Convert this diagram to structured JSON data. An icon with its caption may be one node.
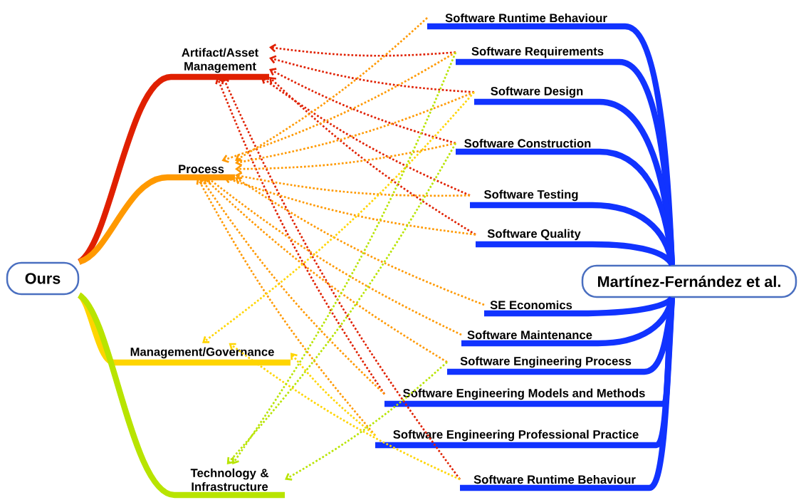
{
  "diagram": {
    "nodes": [
      {
        "text": [
          "Ours"
        ]
      },
      {
        "text": [
          "Artifact/Asset Management"
        ]
      },
      {
        "text": [
          "Process"
        ]
      },
      {
        "text": [
          "Management/Governance"
        ]
      },
      {
        "text": [
          "Technology & Infrastructure"
        ]
      },
      {
        "text": [
          "Martínez-Fernández et al."
        ]
      },
      {
        "text": [
          "Software Runtime Behaviour"
        ]
      },
      {
        "text": [
          "Software Requirements"
        ]
      },
      {
        "text": [
          "Software Design"
        ]
      },
      {
        "text": [
          "Software Construction"
        ]
      },
      {
        "text": [
          "Software Testing"
        ]
      },
      {
        "text": [
          "Software Quality"
        ]
      },
      {
        "text": [
          "SE Economics"
        ]
      },
      {
        "text": [
          "Software Maintenance"
        ]
      },
      {
        "text": [
          "Software Engineering Process"
        ]
      },
      {
        "text": [
          "Software Engineering Models and Methods"
        ]
      },
      {
        "text": [
          "Software Engineering Professional Practice"
        ]
      },
      {
        "text": [
          "Software Runtime Behaviour"
        ]
      }
    ],
    "edges": [
      {
        "from": 0,
        "to": 1,
        "arrow": "none",
        "style": "thick",
        "color": "#e02000"
      },
      {
        "from": 0,
        "to": 2,
        "arrow": "none",
        "style": "thick",
        "color": "#ff9900"
      },
      {
        "from": 0,
        "to": 3,
        "arrow": "none",
        "style": "thick",
        "color": "#ffd500"
      },
      {
        "from": 0,
        "to": 4,
        "arrow": "none",
        "style": "thick",
        "color": "#b8e400"
      },
      {
        "from": 5,
        "to": 6,
        "arrow": "none",
        "style": "thick",
        "color": "#1133ff"
      },
      {
        "from": 5,
        "to": 7,
        "arrow": "none",
        "style": "thick",
        "color": "#1133ff"
      },
      {
        "from": 5,
        "to": 8,
        "arrow": "none",
        "style": "thick",
        "color": "#1133ff"
      },
      {
        "from": 5,
        "to": 9,
        "arrow": "none",
        "style": "thick",
        "color": "#1133ff"
      },
      {
        "from": 5,
        "to": 10,
        "arrow": "none",
        "style": "thick",
        "color": "#1133ff"
      },
      {
        "from": 5,
        "to": 11,
        "arrow": "none",
        "style": "thick",
        "color": "#1133ff"
      },
      {
        "from": 5,
        "to": 12,
        "arrow": "none",
        "style": "thick",
        "color": "#1133ff"
      },
      {
        "from": 5,
        "to": 13,
        "arrow": "none",
        "style": "thick",
        "color": "#1133ff"
      },
      {
        "from": 5,
        "to": 14,
        "arrow": "none",
        "style": "thick",
        "color": "#1133ff"
      },
      {
        "from": 5,
        "to": 15,
        "arrow": "none",
        "style": "thick",
        "color": "#1133ff"
      },
      {
        "from": 5,
        "to": 16,
        "arrow": "none",
        "style": "thick",
        "color": "#1133ff"
      },
      {
        "from": 5,
        "to": 17,
        "arrow": "none",
        "style": "thick",
        "color": "#1133ff"
      },
      {
        "from": 7,
        "to": 1,
        "arrow": "to",
        "style": "dashed",
        "color": "#e02000"
      },
      {
        "from": 8,
        "to": 1,
        "arrow": "to",
        "style": "dashed",
        "color": "#e02000"
      },
      {
        "from": 9,
        "to": 1,
        "arrow": "to",
        "style": "dashed",
        "color": "#e02000"
      },
      {
        "from": 10,
        "to": 1,
        "arrow": "to",
        "style": "dashed",
        "color": "#e02000"
      },
      {
        "from": 11,
        "to": 1,
        "arrow": "to",
        "style": "dashed",
        "color": "#e02000"
      },
      {
        "from": 15,
        "to": 1,
        "arrow": "to",
        "style": "dashed",
        "color": "#e02000"
      },
      {
        "from": 17,
        "to": 1,
        "arrow": "to",
        "style": "dashed",
        "color": "#e02000"
      },
      {
        "from": 6,
        "to": 2,
        "arrow": "to",
        "style": "dashed",
        "color": "#ff9900"
      },
      {
        "from": 7,
        "to": 2,
        "arrow": "to",
        "style": "dashed",
        "color": "#ff9900"
      },
      {
        "from": 8,
        "to": 2,
        "arrow": "to",
        "style": "dashed",
        "color": "#ff9900"
      },
      {
        "from": 9,
        "to": 2,
        "arrow": "to",
        "style": "dashed",
        "color": "#ff9900"
      },
      {
        "from": 10,
        "to": 2,
        "arrow": "to",
        "style": "dashed",
        "color": "#ff9900"
      },
      {
        "from": 11,
        "to": 2,
        "arrow": "to",
        "style": "dashed",
        "color": "#ff9900"
      },
      {
        "from": 12,
        "to": 2,
        "arrow": "to",
        "style": "dashed",
        "color": "#ff9900"
      },
      {
        "from": 13,
        "to": 2,
        "arrow": "to",
        "style": "dashed",
        "color": "#ff9900"
      },
      {
        "from": 14,
        "to": 2,
        "arrow": "to",
        "style": "dashed",
        "color": "#ff9900"
      },
      {
        "from": 15,
        "to": 2,
        "arrow": "to",
        "style": "dashed",
        "color": "#ff9900"
      },
      {
        "from": 16,
        "to": 2,
        "arrow": "to",
        "style": "dashed",
        "color": "#ff9900"
      },
      {
        "from": 8,
        "to": 3,
        "arrow": "to",
        "style": "dashed",
        "color": "#ffd500"
      },
      {
        "from": 16,
        "to": 3,
        "arrow": "to",
        "style": "dashed",
        "color": "#ffd500"
      },
      {
        "from": 17,
        "to": 3,
        "arrow": "to",
        "style": "dashed",
        "color": "#ffd500"
      },
      {
        "from": 7,
        "to": 4,
        "arrow": "to",
        "style": "dashed",
        "color": "#b8e400"
      },
      {
        "from": 9,
        "to": 4,
        "arrow": "to",
        "style": "dashed",
        "color": "#b8e400"
      },
      {
        "from": 14,
        "to": 4,
        "arrow": "to",
        "style": "dashed",
        "color": "#b8e400"
      }
    ]
  }
}
